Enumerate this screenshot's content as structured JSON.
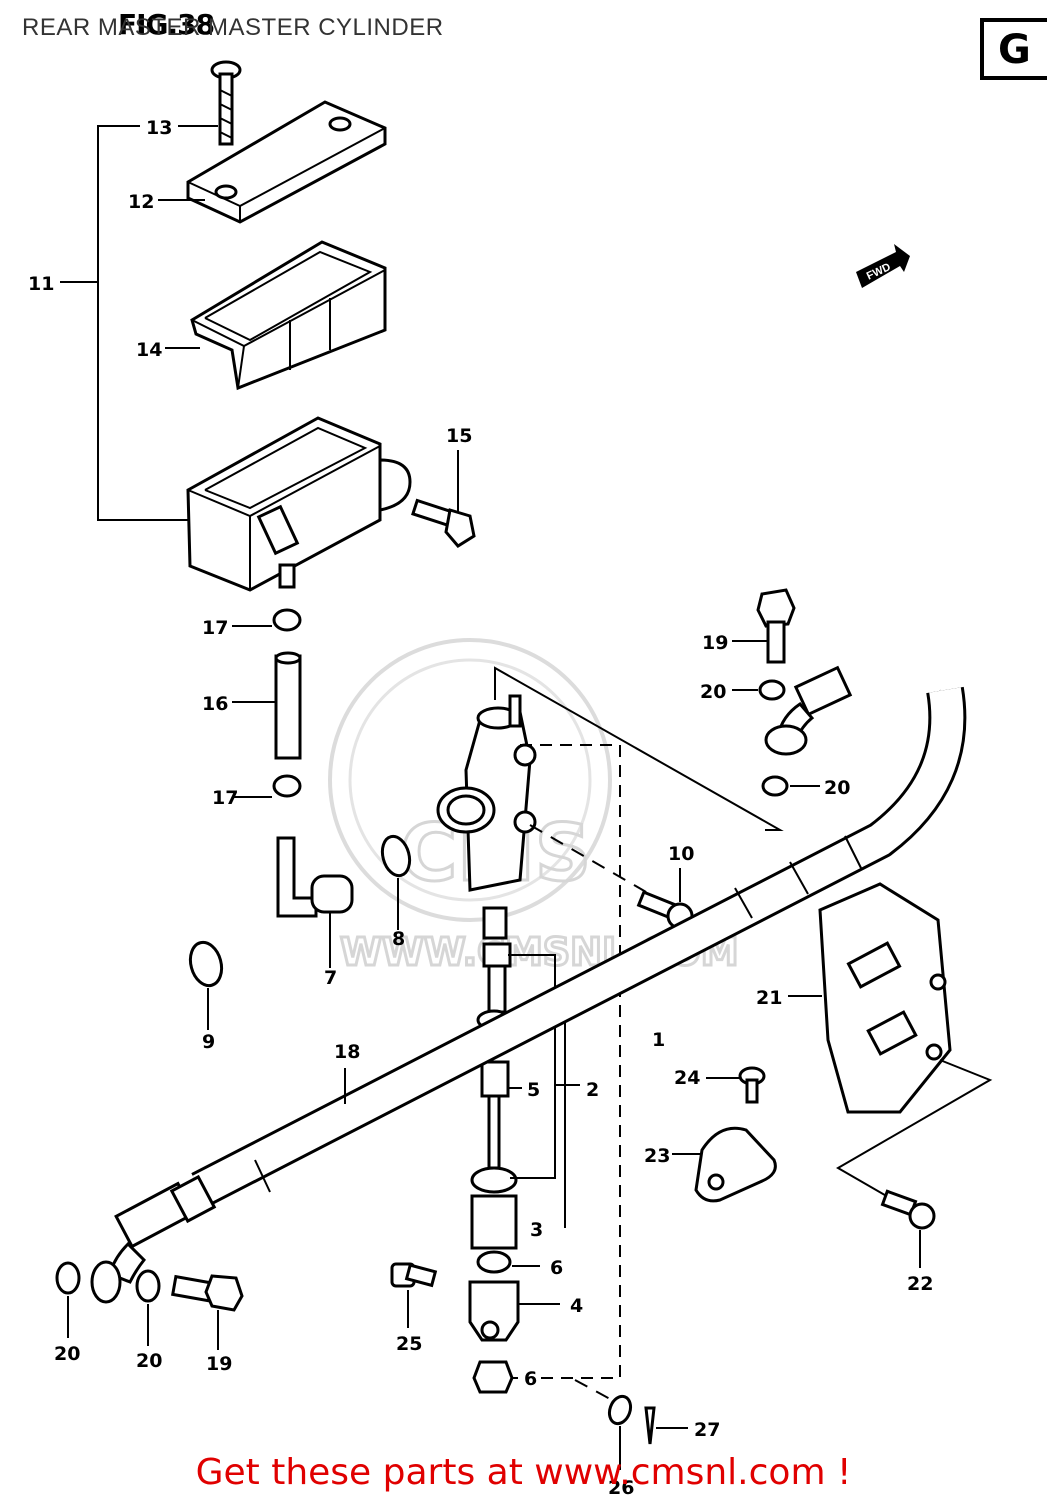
{
  "header": {
    "title": "REAR MASTER MASTER CYLINDER",
    "fig_label": "FIG.38",
    "region_tag": "G"
  },
  "watermark": {
    "brand": "CMS",
    "url": "WWW.CMSNL.COM"
  },
  "direction_arrow": "FWD",
  "callouts": [
    {
      "id": "c1",
      "label": "1"
    },
    {
      "id": "c2",
      "label": "2"
    },
    {
      "id": "c3",
      "label": "3"
    },
    {
      "id": "c4",
      "label": "4"
    },
    {
      "id": "c5",
      "label": "5"
    },
    {
      "id": "c6a",
      "label": "6"
    },
    {
      "id": "c6b",
      "label": "6"
    },
    {
      "id": "c7",
      "label": "7"
    },
    {
      "id": "c8",
      "label": "8"
    },
    {
      "id": "c9",
      "label": "9"
    },
    {
      "id": "c10",
      "label": "10"
    },
    {
      "id": "c11",
      "label": "11"
    },
    {
      "id": "c12",
      "label": "12"
    },
    {
      "id": "c13",
      "label": "13"
    },
    {
      "id": "c14",
      "label": "14"
    },
    {
      "id": "c15",
      "label": "15"
    },
    {
      "id": "c16",
      "label": "16"
    },
    {
      "id": "c17a",
      "label": "17"
    },
    {
      "id": "c17b",
      "label": "17"
    },
    {
      "id": "c18",
      "label": "18"
    },
    {
      "id": "c19a",
      "label": "19"
    },
    {
      "id": "c19b",
      "label": "19"
    },
    {
      "id": "c20a",
      "label": "20"
    },
    {
      "id": "c20b",
      "label": "20"
    },
    {
      "id": "c20c",
      "label": "20"
    },
    {
      "id": "c20d",
      "label": "20"
    },
    {
      "id": "c21",
      "label": "21"
    },
    {
      "id": "c22",
      "label": "22"
    },
    {
      "id": "c23",
      "label": "23"
    },
    {
      "id": "c24",
      "label": "24"
    },
    {
      "id": "c25",
      "label": "25"
    },
    {
      "id": "c26",
      "label": "26"
    },
    {
      "id": "c27",
      "label": "27"
    }
  ],
  "footer": {
    "cta": "Get these parts at www.cmsnl.com !"
  }
}
